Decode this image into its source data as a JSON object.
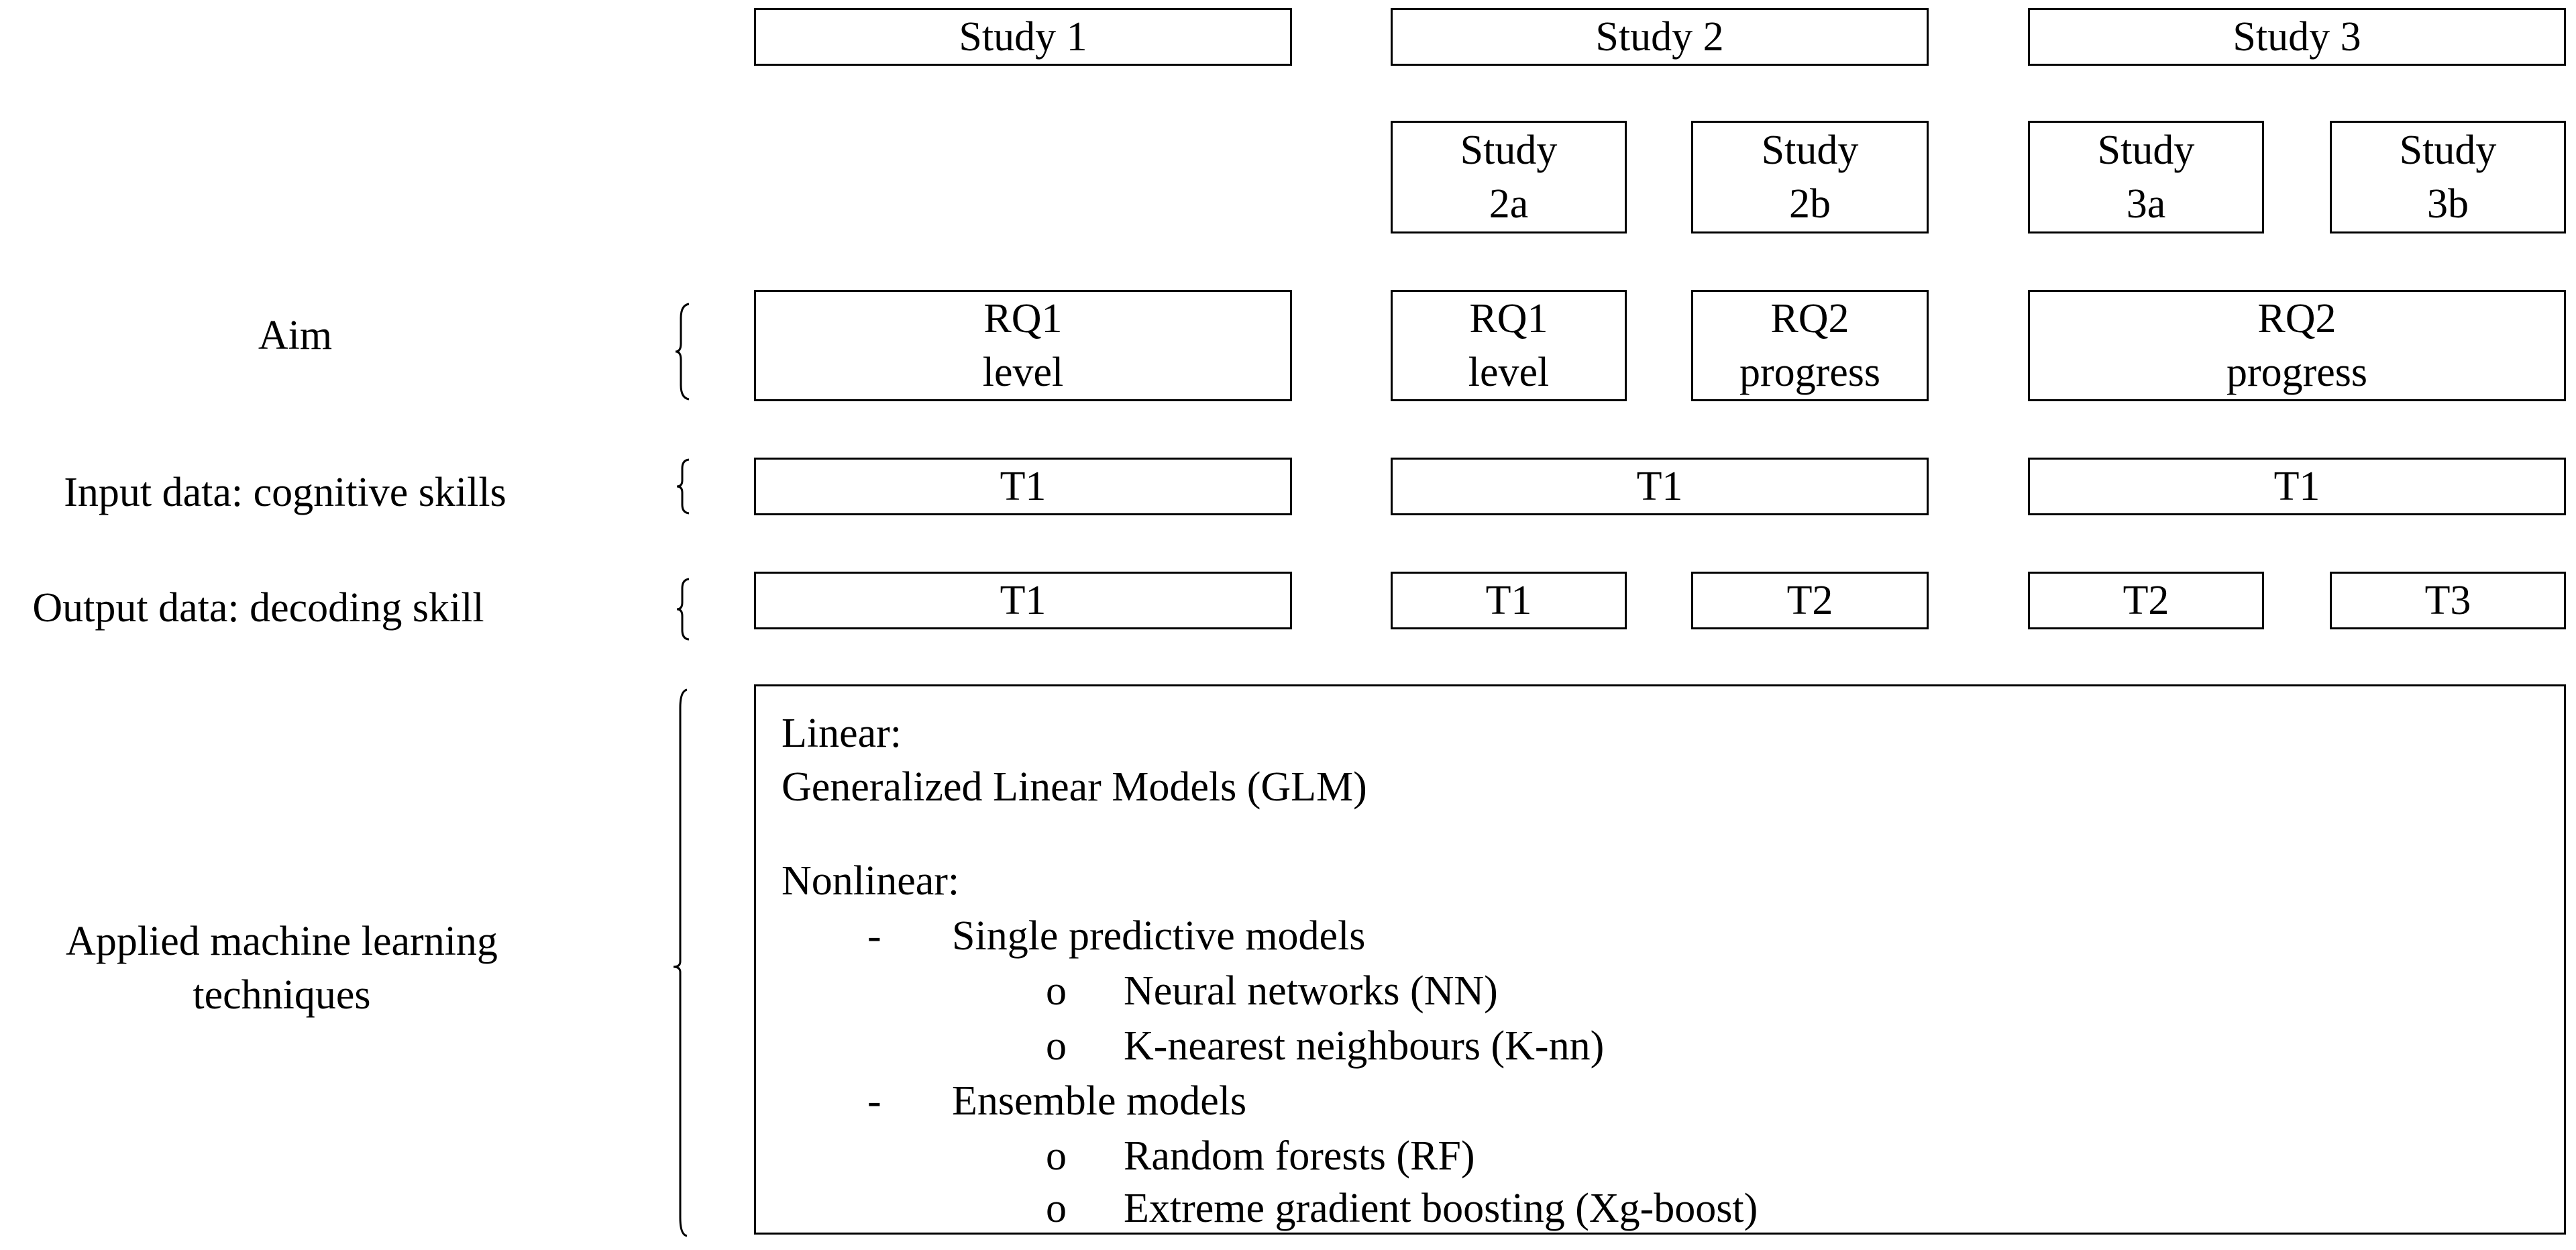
{
  "studies": {
    "s1": "Study 1",
    "s2": "Study 2",
    "s3": "Study 3",
    "s2a": [
      "Study",
      "2a"
    ],
    "s2b": [
      "Study",
      "2b"
    ],
    "s3a": [
      "Study",
      "3a"
    ],
    "s3b": [
      "Study",
      "3b"
    ]
  },
  "rows": {
    "aim": {
      "label": "Aim",
      "s1": [
        "RQ1",
        "level"
      ],
      "s2a": [
        "RQ1",
        "level"
      ],
      "s2b": [
        "RQ2",
        "progress"
      ],
      "s3": [
        "RQ2",
        "progress"
      ]
    },
    "input": {
      "label": "Input data: cognitive skills",
      "s1": "T1",
      "s2": "T1",
      "s3": "T1"
    },
    "output": {
      "label": "Output data: decoding skill",
      "s1": "T1",
      "s2a": "T1",
      "s2b": "T2",
      "s3a": "T2",
      "s3b": "T3"
    },
    "techniques": {
      "label": [
        "Applied machine learning",
        "techniques"
      ],
      "linear_heading": "Linear:",
      "linear_item": "Generalized Linear Models (GLM)",
      "nonlinear_heading": "Nonlinear:",
      "dash": "-",
      "circle": "o",
      "single_heading": "Single predictive models",
      "nn": "Neural networks (NN)",
      "knn": "K-nearest neighbours (K-nn)",
      "ensemble_heading": "Ensemble models",
      "rf": "Random forests (RF)",
      "xgb": "Extreme gradient boosting (Xg-boost)"
    }
  }
}
